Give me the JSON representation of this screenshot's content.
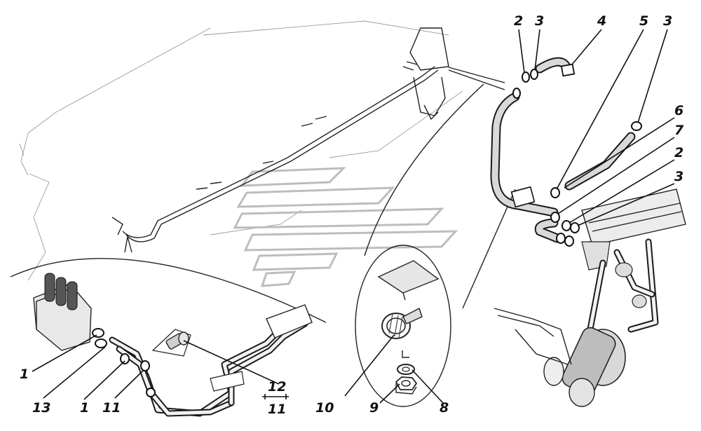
{
  "callouts": {
    "top_right": [
      "2",
      "3",
      "4",
      "5",
      "3",
      "6",
      "7",
      "2",
      "3"
    ],
    "bottom_middle": [
      "10",
      "9",
      "8"
    ],
    "bottom_left": [
      "1",
      "13",
      "1",
      "11"
    ],
    "group": {
      "top": "12",
      "bottom": "11"
    }
  }
}
